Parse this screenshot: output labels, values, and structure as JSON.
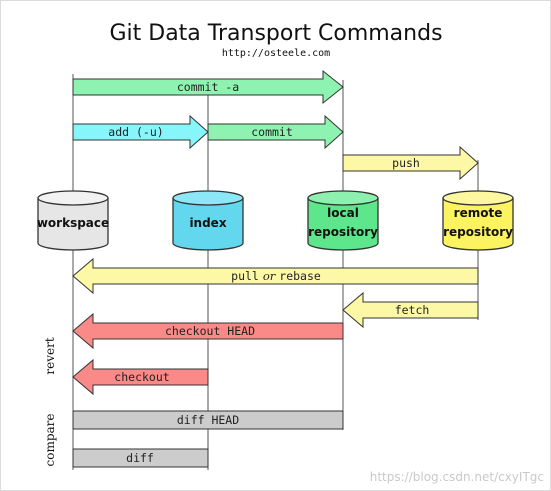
{
  "title": "Git Data Transport Commands",
  "url": "http://osteele.com",
  "repos": {
    "workspace": "workspace",
    "index": "index",
    "local_line1": "local",
    "local_line2": "repository",
    "remote_line1": "remote",
    "remote_line2": "repository"
  },
  "arrows": {
    "commit_a": "commit -a",
    "add": "add (-u)",
    "commit": "commit",
    "push": "push",
    "pull": "pull",
    "pull_or": "or",
    "rebase": "rebase",
    "fetch": "fetch",
    "checkout_head": "checkout HEAD",
    "checkout": "checkout",
    "diff_head": "diff HEAD",
    "diff": "diff"
  },
  "side_labels": {
    "revert": "revert",
    "compare": "compare"
  },
  "watermark": "https://blog.csdn.net/cxyITgc",
  "colors": {
    "green": "#8ef3b0",
    "cyan": "#86f6fb",
    "yellow": "#fdf8a6",
    "red": "#f98a88",
    "gray": "#cccccc",
    "workspace_cyl": "#e6e6e6",
    "index_cyl": "#63d7ee",
    "local_cyl": "#5ee68c",
    "remote_cyl": "#fbf35f"
  }
}
